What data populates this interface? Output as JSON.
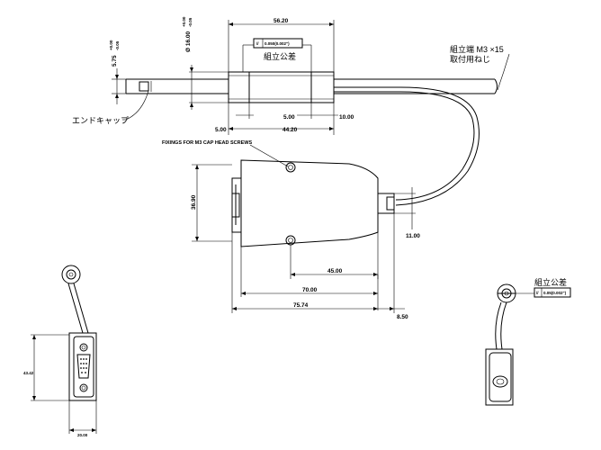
{
  "dimensions": {
    "overall_len": "56.20",
    "tol_box": "0.050(0.002\")",
    "dia_val": "Ø 16.00",
    "dia_tol_plus": "+0.00",
    "dia_tol_minus": "-0.05",
    "len_575": "5.75",
    "len_575_tol_plus": "+0.00",
    "len_575_tol_minus": "-0.05",
    "d_500_left": "5.00",
    "d_500_right": "5.00",
    "d_1000": "10.00",
    "d_4420": "44.20",
    "d_3690": "36.90",
    "d_1100": "11.00",
    "d_4500": "45.00",
    "d_7000": "70.00",
    "d_7574": "75.74",
    "d_850": "8.50",
    "d_4342": "43.42",
    "d_2000": "20.00",
    "tol_box_right": "0.05(0.002\")",
    "parallel_sym": "//"
  },
  "labels": {
    "assembly_tolerance": "組立公差",
    "assembly_tolerance_right": "組立公差",
    "end_cap": "エンドキャップ",
    "assembly_end_line1": "組立端 M3 ×15",
    "assembly_end_line2": "取付用ねじ",
    "fixings": "FIXINGS FOR M3 CAP HEAD SCREWS"
  }
}
